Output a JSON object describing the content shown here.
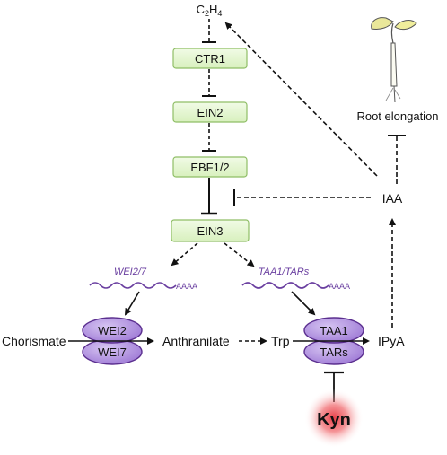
{
  "nodes": {
    "ethylene": {
      "main": "C",
      "sub1": "2",
      "mid": "H",
      "sub2": "4"
    },
    "ctr1": "CTR1",
    "ein2": "EIN2",
    "ebf": "EBF1/2",
    "ein3": "EIN3",
    "iaa": "IAA",
    "root": "Root elongation",
    "chorismate": "Chorismate",
    "anthranilate": "Anthranilate",
    "trp": "Trp",
    "ipya": "IPyA",
    "kyn": "Kyn"
  },
  "transcripts": {
    "wei_gene": "WEI2/7",
    "wei_tail": "AAAA",
    "taa_gene": "TAA1/TARs",
    "taa_tail": "AAAA"
  },
  "enzymes": {
    "wei2": "WEI2",
    "wei7": "WEI7",
    "taa1": "TAA1",
    "tars": "TARs"
  },
  "colors": {
    "box_fill": "#e6f6d2",
    "box_stroke": "#8fbe66",
    "enzyme_fill": "#b89ae0",
    "enzyme_stroke": "#5b2f8f",
    "transcript": "#6a3fa0",
    "kyn_glow": "#e8323c",
    "line": "#111111"
  },
  "icons": [
    "seedling-icon"
  ]
}
